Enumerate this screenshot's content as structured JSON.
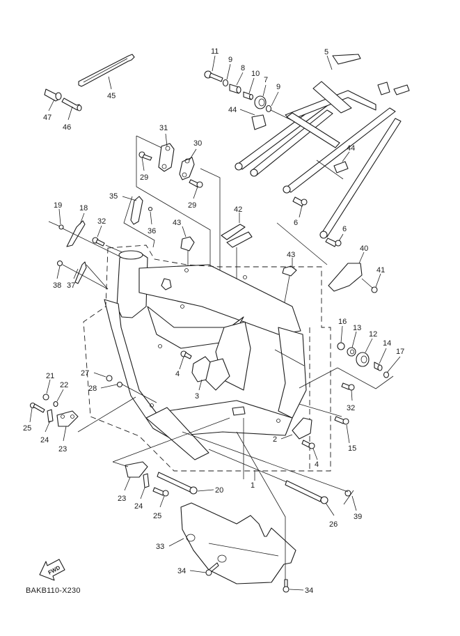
{
  "diagram_code": "BAKB110-X230",
  "fwd_label": "FWD",
  "callouts": [
    {
      "id": "c1",
      "text": "1"
    },
    {
      "id": "c2",
      "text": "2"
    },
    {
      "id": "c3",
      "text": "3"
    },
    {
      "id": "c4a",
      "text": "4"
    },
    {
      "id": "c4b",
      "text": "4"
    },
    {
      "id": "c5",
      "text": "5"
    },
    {
      "id": "c6a",
      "text": "6"
    },
    {
      "id": "c6b",
      "text": "6"
    },
    {
      "id": "c7",
      "text": "7"
    },
    {
      "id": "c8",
      "text": "8"
    },
    {
      "id": "c9a",
      "text": "9"
    },
    {
      "id": "c9b",
      "text": "9"
    },
    {
      "id": "c10",
      "text": "10"
    },
    {
      "id": "c11",
      "text": "11"
    },
    {
      "id": "c12",
      "text": "12"
    },
    {
      "id": "c13",
      "text": "13"
    },
    {
      "id": "c14",
      "text": "14"
    },
    {
      "id": "c15",
      "text": "15"
    },
    {
      "id": "c16",
      "text": "16"
    },
    {
      "id": "c17",
      "text": "17"
    },
    {
      "id": "c18",
      "text": "18"
    },
    {
      "id": "c19",
      "text": "19"
    },
    {
      "id": "c20",
      "text": "20"
    },
    {
      "id": "c21",
      "text": "21"
    },
    {
      "id": "c22",
      "text": "22"
    },
    {
      "id": "c23a",
      "text": "23"
    },
    {
      "id": "c23b",
      "text": "23"
    },
    {
      "id": "c24a",
      "text": "24"
    },
    {
      "id": "c24b",
      "text": "24"
    },
    {
      "id": "c25a",
      "text": "25"
    },
    {
      "id": "c25b",
      "text": "25"
    },
    {
      "id": "c26",
      "text": "26"
    },
    {
      "id": "c27",
      "text": "27"
    },
    {
      "id": "c28",
      "text": "28"
    },
    {
      "id": "c29a",
      "text": "29"
    },
    {
      "id": "c29b",
      "text": "29"
    },
    {
      "id": "c30",
      "text": "30"
    },
    {
      "id": "c31",
      "text": "31"
    },
    {
      "id": "c32a",
      "text": "32"
    },
    {
      "id": "c32b",
      "text": "32"
    },
    {
      "id": "c33",
      "text": "33"
    },
    {
      "id": "c34a",
      "text": "34"
    },
    {
      "id": "c34b",
      "text": "34"
    },
    {
      "id": "c35",
      "text": "35"
    },
    {
      "id": "c36",
      "text": "36"
    },
    {
      "id": "c37",
      "text": "37"
    },
    {
      "id": "c38",
      "text": "38"
    },
    {
      "id": "c39",
      "text": "39"
    },
    {
      "id": "c40",
      "text": "40"
    },
    {
      "id": "c41",
      "text": "41"
    },
    {
      "id": "c42",
      "text": "42"
    },
    {
      "id": "c43a",
      "text": "43"
    },
    {
      "id": "c43b",
      "text": "43"
    },
    {
      "id": "c44a",
      "text": "44"
    },
    {
      "id": "c44b",
      "text": "44"
    },
    {
      "id": "c45",
      "text": "45"
    },
    {
      "id": "c46",
      "text": "46"
    },
    {
      "id": "c47",
      "text": "47"
    }
  ]
}
